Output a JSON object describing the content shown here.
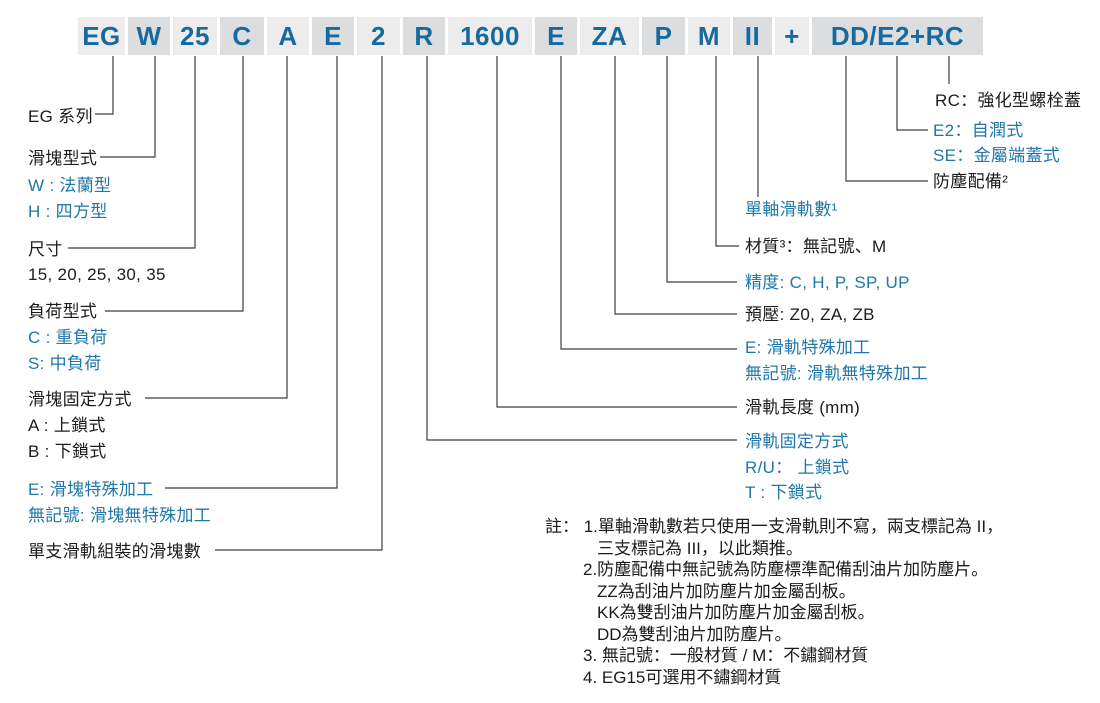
{
  "colors": {
    "code_text_blue": "#17699e",
    "segment_bg_light": "#ececec",
    "segment_bg_dark": "#dcddde",
    "label_blue": "#2077a8",
    "label_dark": "#1c1c1c",
    "leader_line": "#3f3f3f"
  },
  "code": {
    "segments": [
      "EG",
      "W",
      "25",
      "C",
      "A",
      "E",
      "2",
      "R",
      "1600",
      "E",
      "ZA",
      "P",
      "M",
      "II",
      "+",
      "DD/E2+RC"
    ]
  },
  "labels": {
    "eg_series": "EG 系列",
    "block_type_title": "滑塊型式",
    "block_type_w": "W : 法蘭型",
    "block_type_h": "H : 四方型",
    "size_title": "尺寸",
    "size_values": "15, 20, 25, 30, 35",
    "load_type_title": "負荷型式",
    "load_type_c": "C : 重負荷",
    "load_type_s": "S: 中負荷",
    "block_fix_title": "滑塊固定方式",
    "block_fix_a": "A : 上鎖式",
    "block_fix_b": "B : 下鎖式",
    "block_special_e": "E: 滑塊特殊加工",
    "block_special_none": "無記號: 滑塊無特殊加工",
    "blocks_per_rail": "單支滑軌組裝的滑塊數",
    "rc": "RC：強化型螺栓蓋",
    "e2": "E2：自潤式",
    "se": "SE：金屬端蓋式",
    "dust_proof": "防塵配備²",
    "rails_per_axis": "單軸滑軌數¹",
    "material": "材質³：無記號、M",
    "precision": "精度: C, H, P, SP, UP",
    "preload": "預壓: Z0, ZA, ZB",
    "rail_special_e": "E: 滑軌特殊加工",
    "rail_special_none": "無記號: 滑軌無特殊加工",
    "rail_length": "滑軌長度 (mm)",
    "rail_fix_title": "滑軌固定方式",
    "rail_fix_ru": "R/U： 上鎖式",
    "rail_fix_t": "T : 下鎖式"
  },
  "notes": {
    "lines": [
      "註： 1.單軸滑軌數若只使用一支滑軌則不寫，兩支標記為 II，",
      "三支標記為 III，以此類推。",
      "2.防塵配備中無記號為防塵標準配備刮油片加防塵片。",
      "ZZ為刮油片加防塵片加金屬刮板。",
      "KK為雙刮油片加防塵片加金屬刮板。",
      "DD為雙刮油片加防塵片。",
      "3. 無記號：一般材質 / M：不鏽鋼材質",
      "4. EG15可選用不鏽鋼材質"
    ]
  }
}
